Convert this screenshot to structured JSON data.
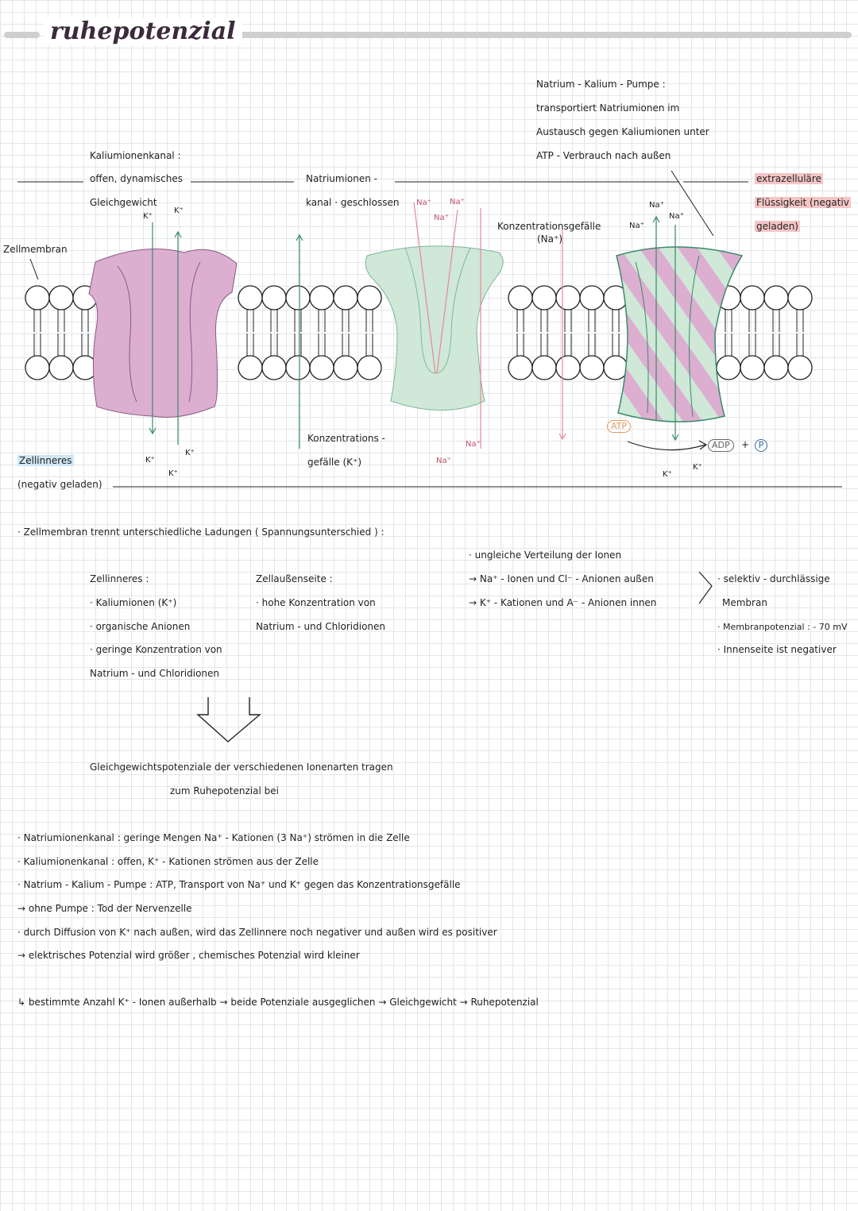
{
  "title": "ruhepotenzial",
  "labels": {
    "pumpe_1": "Natrium - Kalium - Pumpe :",
    "pumpe_2": "transportiert Natriumionen im",
    "pumpe_3": "Austausch gegen Kaliumionen unter",
    "pumpe_4": "ATP - Verbrauch nach außen",
    "k_kanal_1": "Kaliumionenkanal :",
    "k_kanal_2": "offen, dynamisches",
    "k_kanal_3": "Gleichgewicht",
    "na_kanal_1": "Natriumionen -",
    "na_kanal_2": "kanal · geschlossen",
    "extra_1": "extrazelluläre",
    "extra_2": "Flüssigkeit (negativ",
    "extra_3": "geladen)",
    "zellmembran": "Zellmembran",
    "konz_na_1": "Konzentrationsgefälle",
    "konz_na_2": "(Na⁺)",
    "konz_k_1": "Konzentrations -",
    "konz_k_2": "gefälle (K⁺)",
    "zellinneres_1": "Zellinneres",
    "zellinneres_2": "(negativ geladen)",
    "atp": "ATP",
    "adp": "ADP",
    "plus": "+",
    "p": "P"
  },
  "ions": {
    "k": "K⁺",
    "na": "Na⁺"
  },
  "notes": {
    "intro": "· Zellmembran trennt unterschiedliche Ladungen ( Spannungsunterschied ) :",
    "zi_head": "Zellinneres :",
    "zi_1": "· Kaliumionen (K⁺)",
    "zi_2": "· organische Anionen",
    "zi_3": "· geringe Konzentration von",
    "zi_4": "Natrium - und Chloridionen",
    "za_head": "Zellaußenseite :",
    "za_1": "· hohe Konzentration von",
    "za_2": "Natrium - und Chloridionen",
    "uv_head": "· ungleiche Verteilung der Ionen",
    "uv_1": "→ Na⁺ - Ionen und Cl⁻ - Anionen außen",
    "uv_2": "→ K⁺ - Kationen und A⁻ - Anionen innen",
    "sel_1": "· selektiv - durchlässige",
    "sel_2": "Membran",
    "mp": "· Membranpotenzial : - 70 mV",
    "inn": "· Innenseite ist negativer",
    "gg_1": "Gleichgewichtspotenziale der verschiedenen Ionenarten tragen",
    "gg_2": "zum Ruhepotenzial bei",
    "b1": "· Natriumionenkanal : geringe Mengen Na⁺ - Kationen (3 Na⁺) strömen in die Zelle",
    "b2": "· Kaliumionenkanal : offen, K⁺ - Kationen strömen aus der Zelle",
    "b3": "· Natrium - Kalium - Pumpe : ATP, Transport von Na⁺ und K⁺ gegen das Konzentrationsgefälle",
    "b4": "→ ohne Pumpe : Tod der Nervenzelle",
    "b5": "· durch Diffusion von K⁺ nach außen, wird das Zellinnere noch negativer und außen wird es positiver",
    "b6": "→ elektrisches Potenzial wird größer , chemisches Potenzial wird kleiner",
    "b7": "↳ bestimmte Anzahl K⁺ - Ionen außerhalb → beide Potenziale ausgeglichen → Gleichgewicht → Ruhepotenzial"
  },
  "colors": {
    "pink": "#dcaed0",
    "green": "#cfe8d8",
    "teal": "#3a8a6a",
    "red": "#e58a9a",
    "ink": "#222222"
  }
}
